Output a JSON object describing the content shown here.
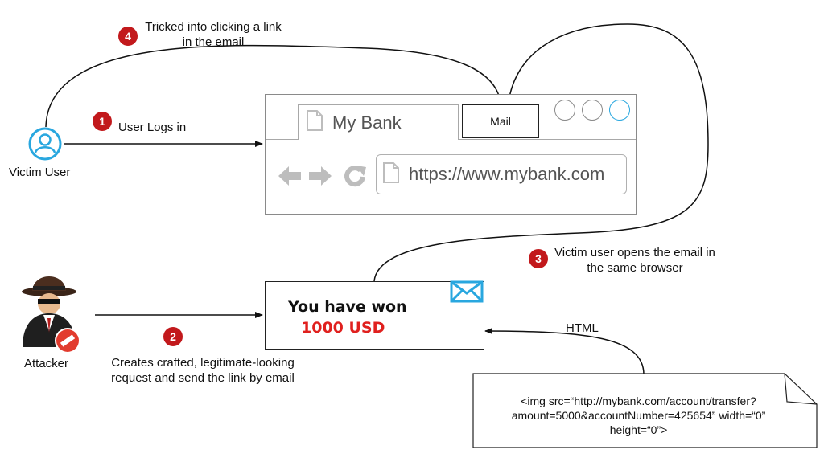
{
  "steps": [
    {
      "number": "1",
      "text": "User Logs in"
    },
    {
      "number": "2",
      "text": "Creates crafted, legitimate-looking request and send the link by email"
    },
    {
      "number": "3",
      "text": "Victim user opens the email in the same browser"
    },
    {
      "number": "4",
      "text": "Tricked into clicking a link in the email"
    }
  ],
  "actors": {
    "victim": {
      "label": "Victim User",
      "icon": "user-icon"
    },
    "attacker": {
      "label": "Attacker",
      "icon": "spy-icon"
    }
  },
  "browser": {
    "tab_title": "My Bank",
    "mail_tab_label": "Mail",
    "url": "https://www.mybank.com"
  },
  "email": {
    "headline": "You have won",
    "amount": "1000 USD",
    "icon": "envelope-icon"
  },
  "html_label": "HTML",
  "code_note": {
    "line1": "<img src=“http://mybank.com/account/transfer?",
    "line2": "amount=5000&accountNumber=425654” width=“0”",
    "line3": "height=“0”>"
  },
  "colors": {
    "badge": "#c2191c",
    "user_icon": "#29a7df",
    "amount": "#e0201e",
    "browser_icons": "#bdbdbd"
  }
}
